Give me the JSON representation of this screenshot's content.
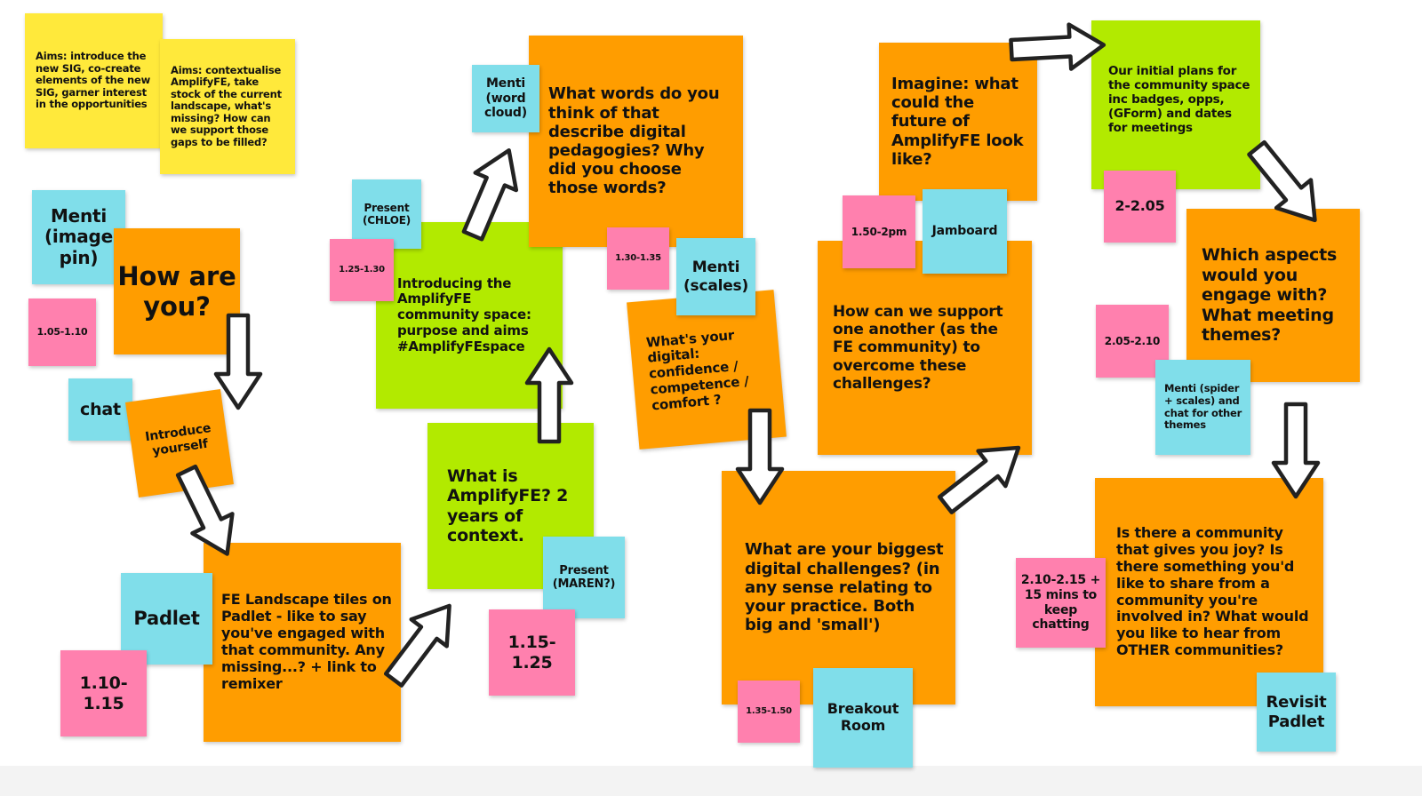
{
  "colors": {
    "yellow": "#ffe93b",
    "orange": "#ff9d00",
    "blue": "#80deea",
    "pink": "#ff80ae",
    "green": "#b2ea00"
  },
  "notes": [
    "Aims: introduce the new SIG, co-create elements of the new SIG, garner interest in the opportunities",
    "Aims: contextualise AmplifyFE, take stock of the current landscape, what's missing? How can we support those gaps to be filled?",
    "Menti (image pin)",
    "How are you?",
    "1.05-1.10",
    "chat",
    "Introduce yourself",
    "Padlet",
    "1.10-1.15",
    "FE Landscape tiles on Padlet - like to say you've engaged with that community. Any missing...? + link to remixer",
    "Present (CHLOE)",
    "1.25-1.30",
    "Introducing the AmplifyFE community space: purpose and aims #AmplifyFEspace",
    "Menti (word cloud)",
    "What words do you think of that describe digital pedagogies? Why did you choose those words?",
    "What is AmplifyFE? 2 years of context.",
    "Present (MAREN?)",
    "1.15-1.25",
    "1.30-1.35",
    "Menti (scales)",
    "What's your digital: confidence / competence / comfort ?",
    "What are your biggest digital challenges? (in any sense relating to your practice. Both big and 'small')",
    "1.35-1.50",
    "Breakout Room",
    "Imagine: what could the future of AmplifyFE look like?",
    "1.50-2pm",
    "Jamboard",
    "How can we support one another (as the FE community) to overcome these challenges?",
    "Our initial plans for the community space inc badges, opps, (GForm) and dates for meetings",
    "2-2.05",
    "Which aspects would you engage with? What meeting themes?",
    "2.05-2.10",
    "Menti (spider + scales) and chat for other themes",
    "Is there a community that gives you joy? Is there something you'd like to share from a community you're involved in? What would you like to hear from OTHER communities?",
    "2.10-2.15 + 15 mins to keep chatting",
    "Revisit Padlet"
  ]
}
